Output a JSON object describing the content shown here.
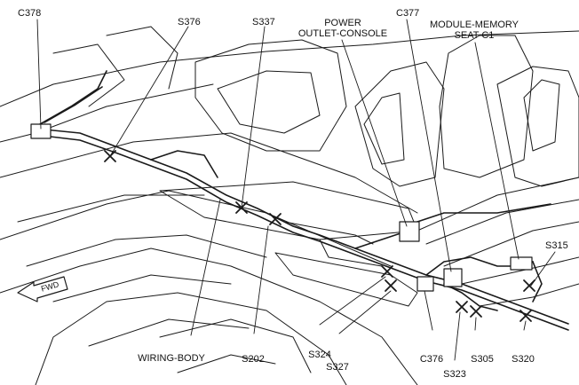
{
  "labels": {
    "c378": "C378",
    "s376": "S376",
    "s337": "S337",
    "power_outlet_line1": "POWER",
    "power_outlet_line2": "OUTLET-CONSOLE",
    "c377": "C377",
    "module_memory_line1": "MODULE-MEMORY",
    "module_memory_line2": "SEAT C1",
    "s315": "S315",
    "wiring_body": "WIRING-BODY",
    "s202": "S202",
    "s324": "S324",
    "s327": "S327",
    "c376": "C376",
    "s305": "S305",
    "s323": "S323",
    "s320": "S320",
    "fwd": "FWD"
  },
  "colors": {
    "line": "#1a1a1a",
    "background": "#ffffff"
  }
}
